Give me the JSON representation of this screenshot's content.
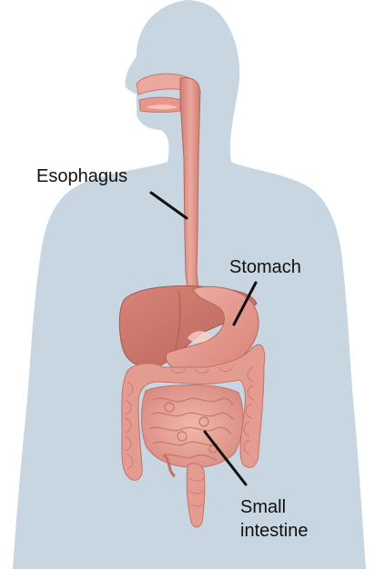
{
  "labels": {
    "esophagus": "Esophagus",
    "stomach": "Stomach",
    "small_intestine_line1": "Small",
    "small_intestine_line2": "intestine"
  },
  "colors": {
    "background": "#ffffff",
    "body_silhouette": "#c7d6e1",
    "organ_pink": "#e39a90",
    "organ_light": "#f2b9ad",
    "organ_dark": "#c8756c",
    "liver": "#cf7568",
    "label_text": "#111111"
  }
}
